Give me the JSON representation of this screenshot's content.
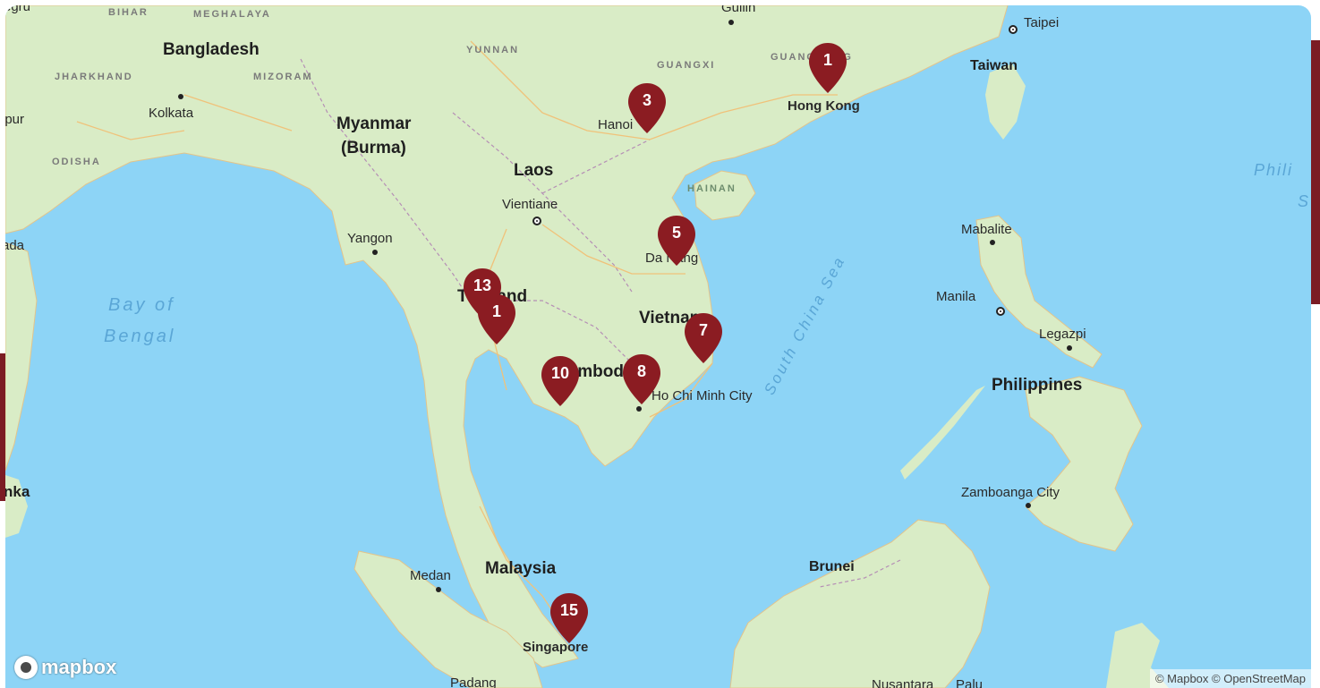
{
  "map": {
    "countries": [
      "Bangladesh",
      "Myanmar",
      "(Burma)",
      "Laos",
      "Thailand",
      "Vietnam",
      "Cambodia",
      "Malaysia",
      "Philippines",
      "Brunei",
      "Taiwan"
    ],
    "regions": [
      "BIHAR",
      "MEGHALAYA",
      "YUNNAN",
      "GUANGXI",
      "GUANGDONG",
      "JHARKHAND",
      "MIZORAM",
      "ODISHA",
      "HAINAN"
    ],
    "seas": [
      "Bay of",
      "Bengal",
      "South China Sea"
    ],
    "cities": [
      "Guilin",
      "Taipei",
      "Kolkata",
      "Hong Kong",
      "Hanoi",
      "Vientiane",
      "Yangon",
      "Da Nang",
      "Mabalite",
      "Manila",
      "Legazpi",
      "Ho Chi Minh City",
      "Zamboanga City",
      "Medan",
      "Singapore",
      "Padang",
      "Nusantara",
      "Palu"
    ],
    "edge_labels": [
      "egru",
      "ipur",
      "ada",
      "nka",
      "Phili",
      "S"
    ]
  },
  "markers": [
    {
      "label": "1",
      "place": "Hong Kong"
    },
    {
      "label": "3",
      "place": "Hanoi"
    },
    {
      "label": "5",
      "place": "Da Nang"
    },
    {
      "label": "13",
      "place": "Thailand"
    },
    {
      "label": "1",
      "place": "Thailand"
    },
    {
      "label": "7",
      "place": "Vietnam"
    },
    {
      "label": "10",
      "place": "Cambodia"
    },
    {
      "label": "8",
      "place": "Ho Chi Minh City"
    },
    {
      "label": "15",
      "place": "Singapore"
    }
  ],
  "logo": {
    "text": "mapbox"
  },
  "attribution": "© Mapbox © OpenStreetMap",
  "colors": {
    "marker": "#8b1c22",
    "water": "#8dd4f6",
    "land": "#d7ecc4",
    "accent": "#7b1c24"
  }
}
